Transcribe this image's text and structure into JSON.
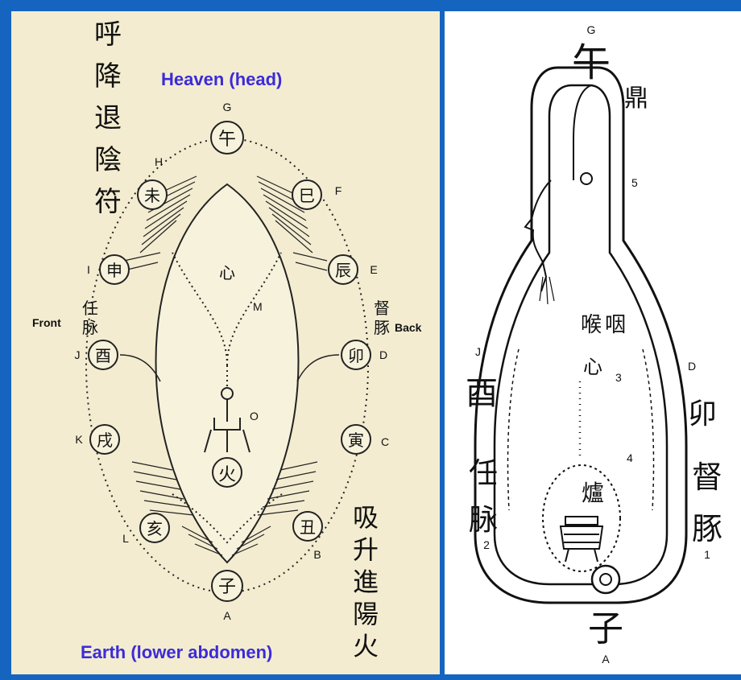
{
  "left": {
    "heaven_label": "Heaven (head)",
    "earth_label": "Earth (lower abdomen)",
    "front": "Front",
    "back": "Back",
    "top_left_chars": [
      "呼",
      "降",
      "退",
      "陰",
      "符"
    ],
    "bottom_right_chars": [
      "吸",
      "升",
      "進",
      "陽",
      "火"
    ],
    "ren_mai": [
      "任",
      "脉"
    ],
    "du_mai": [
      "督",
      "豚"
    ],
    "xin": "心",
    "m_label": "M",
    "o_label": "O",
    "huo": "火",
    "stations": [
      {
        "letter": "G",
        "char": "午"
      },
      {
        "letter": "H",
        "char": "未"
      },
      {
        "letter": "F",
        "char": "巳"
      },
      {
        "letter": "I",
        "char": "申"
      },
      {
        "letter": "E",
        "char": "辰"
      },
      {
        "letter": "J",
        "char": "酉"
      },
      {
        "letter": "D",
        "char": "卯"
      },
      {
        "letter": "K",
        "char": "戌"
      },
      {
        "letter": "C",
        "char": "寅"
      },
      {
        "letter": "L",
        "char": "亥"
      },
      {
        "letter": "B",
        "char": "丑"
      },
      {
        "letter": "A",
        "char": "子"
      }
    ]
  },
  "right": {
    "g": "G",
    "wu": "午",
    "ding": "鼎",
    "five": "5",
    "j": "J",
    "you": "酉",
    "d": "D",
    "mao": "卯",
    "throat": [
      "喉",
      "咽"
    ],
    "xin": "心",
    "three": "3",
    "four": "4",
    "lu": "爐",
    "ren_mai": [
      "任",
      "脉"
    ],
    "two": "2",
    "du_mai": [
      "督",
      "豚"
    ],
    "one": "1",
    "zi": "子",
    "a": "A"
  }
}
